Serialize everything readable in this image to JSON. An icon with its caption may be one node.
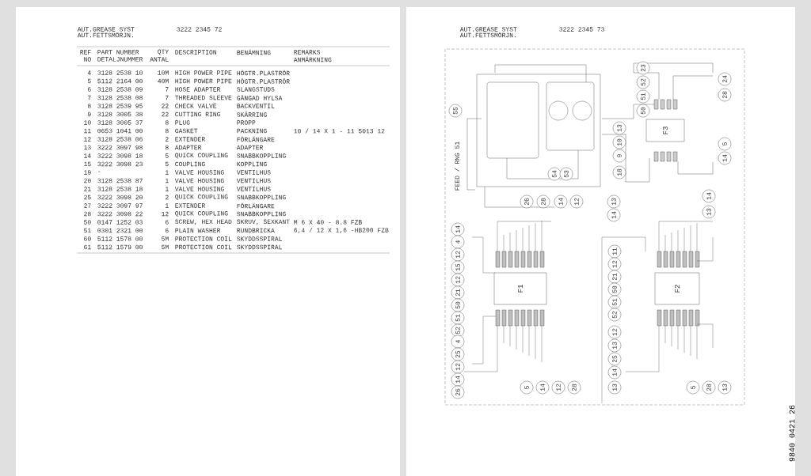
{
  "diagram": {
    "nodes": [
      {
        "text": [
          "F3"
        ]
      },
      {
        "text": [
          "F1"
        ]
      },
      {
        "text": [
          "F2"
        ]
      }
    ],
    "labels": [
      "AUT.GREASE SYST",
      "3222 2345 72",
      "AUT.FETTSMÖRJN.",
      "REF",
      "PART NUMBER",
      "QTY",
      "DESCRIPTION",
      "BENÄMNING",
      "REMARKS",
      "NO",
      "DETALJNUMMER",
      "ANTAL",
      "ANMÄRKNING",
      "4",
      "3128 2538 10",
      "10M",
      "HIGH POWER PIPE",
      "HÖGTR.PLASTRÖR",
      "5",
      "5112 2164 00",
      "40M",
      "HIGH POWER PIPE",
      "HÖGTR.PLASTRÖR",
      "6",
      "3128 2538 09",
      "7",
      "HOSE ADAPTER",
      "SLANGSTUDS",
      "7",
      "3128 2538 08",
      "7",
      "THREADED SLEEVE",
      "GÄNGAD HYLSA",
      "8",
      "3128 2539 95",
      "22",
      "CHECK VALVE",
      "BACKVENTIL",
      "9",
      "3128 3005 38",
      "22",
      "CUTTING RING",
      "SKÄRRING",
      "10",
      "3128 3005 37",
      "8",
      "PLUG",
      "PROPP",
      "11",
      "0653 1041 00",
      "8",
      "GASKET",
      "PACKNING",
      "10 / 14 X 1 - 11 5013 12",
      "12",
      "3128 2538 06",
      "2",
      "EXTENDER",
      "FÖRLÄNGARE",
      "13",
      "3222 3097 98",
      "8",
      "ADAPTER",
      "ADAPTER",
      "14",
      "3222 3098 18",
      "5",
      "QUICK COUPLING",
      "SNABBKOPPLING",
      "15",
      "3222 3098 23",
      "5",
      "COUPLING",
      "KOPPLING",
      "19",
      "-",
      "1",
      "VALVE HOUSING",
      "VENTILHUS",
      "20",
      "3128 2538 87",
      "1",
      "VALVE HOUSING",
      "VENTILHUS",
      "21",
      "3128 2538 18",
      "1",
      "VALVE HOUSING",
      "VENTILHUS",
      "25",
      "3222 3098 20",
      "2",
      "QUICK COUPLING",
      "SNABBKOPPLING",
      "27",
      "3222 3097 97",
      "1",
      "EXTENDER",
      "FÖRLÄNGARE",
      "28",
      "3222 3098 22",
      "12",
      "QUICK COUPLING",
      "SNABBKOPPLING",
      "50",
      "0147 1252 03",
      "6",
      "SCREW, HEX HEAD",
      "SKRUV, SEXKANT",
      "M 6 X 40 - 8.8 FZB",
      "51",
      "0301 2321 00",
      "6",
      "PLAIN WASHER",
      "RUNDBRICKA",
      "6,4 / 12 X 1,6 -HB200 FZB",
      "60",
      "5112 1578 00",
      "5M",
      "PROTECTION COIL",
      "SKYDDSSPIRAL",
      "61",
      "5112 1579 00",
      "5M",
      "PROTECTION COIL",
      "SKYDDSSPIRAL",
      "AUT.GREASE SYST",
      "3222 2345 73",
      "AUT.FETTSMÖRJN.",
      "FEED / RNG 51",
      "23",
      "52",
      "51",
      "50",
      "13",
      "10",
      "9",
      "18",
      "24",
      "28",
      "5",
      "14",
      "55",
      "54",
      "53",
      "26",
      "28",
      "14",
      "12",
      "14",
      "4",
      "12",
      "15",
      "12",
      "21",
      "50",
      "51",
      "52",
      "4",
      "25",
      "12",
      "14",
      "26",
      "5",
      "14",
      "12",
      "28",
      "13",
      "14",
      "14",
      "13",
      "11",
      "12",
      "21",
      "50",
      "51",
      "52",
      "12",
      "13",
      "25",
      "14",
      "13",
      "5",
      "28",
      "13",
      "9840 0421 26"
    ]
  }
}
